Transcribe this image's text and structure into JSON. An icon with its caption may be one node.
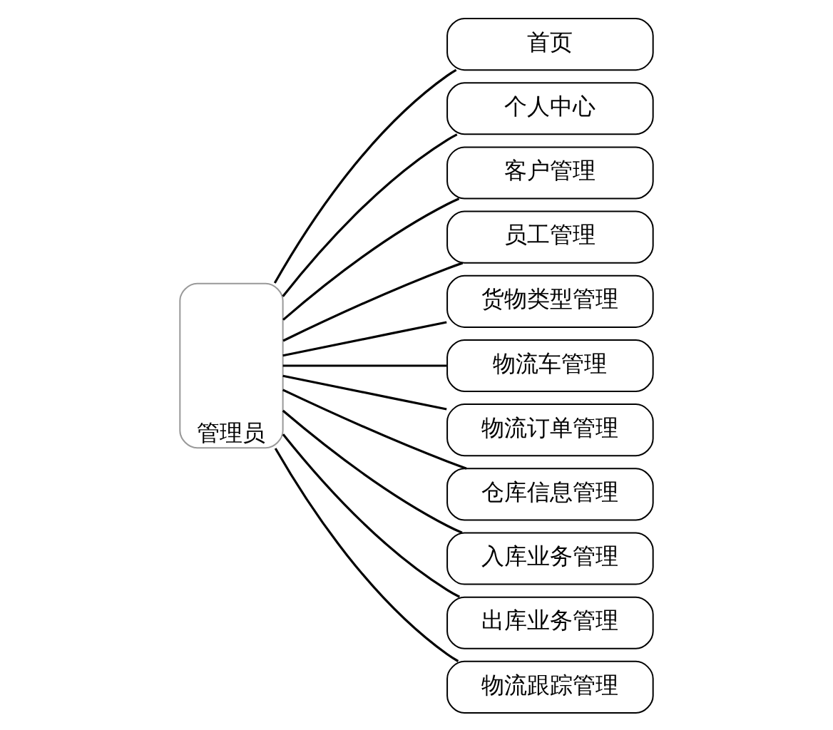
{
  "diagram": {
    "nodes": [
      {
        "text": [
          "管理员"
        ]
      },
      {
        "text": [
          "首页"
        ]
      },
      {
        "text": [
          "个人中心"
        ]
      },
      {
        "text": [
          "客户管理"
        ]
      },
      {
        "text": [
          "员工管理"
        ]
      },
      {
        "text": [
          "货物类型管理"
        ]
      },
      {
        "text": [
          "物流车管理"
        ]
      },
      {
        "text": [
          "物流订单管理"
        ]
      },
      {
        "text": [
          "仓库信息管理"
        ]
      },
      {
        "text": [
          "入库业务管理"
        ]
      },
      {
        "text": [
          "出库业务管理"
        ]
      },
      {
        "text": [
          "物流跟踪管理"
        ]
      }
    ],
    "edges": [
      {
        "from": 0,
        "to": 1,
        "arrow": "none"
      },
      {
        "from": 0,
        "to": 2,
        "arrow": "none"
      },
      {
        "from": 0,
        "to": 3,
        "arrow": "none"
      },
      {
        "from": 0,
        "to": 4,
        "arrow": "none"
      },
      {
        "from": 0,
        "to": 5,
        "arrow": "none"
      },
      {
        "from": 0,
        "to": 6,
        "arrow": "none"
      },
      {
        "from": 0,
        "to": 7,
        "arrow": "none"
      },
      {
        "from": 0,
        "to": 8,
        "arrow": "none"
      },
      {
        "from": 0,
        "to": 9,
        "arrow": "none"
      },
      {
        "from": 0,
        "to": 10,
        "arrow": "none"
      },
      {
        "from": 0,
        "to": 11,
        "arrow": "none"
      }
    ]
  }
}
